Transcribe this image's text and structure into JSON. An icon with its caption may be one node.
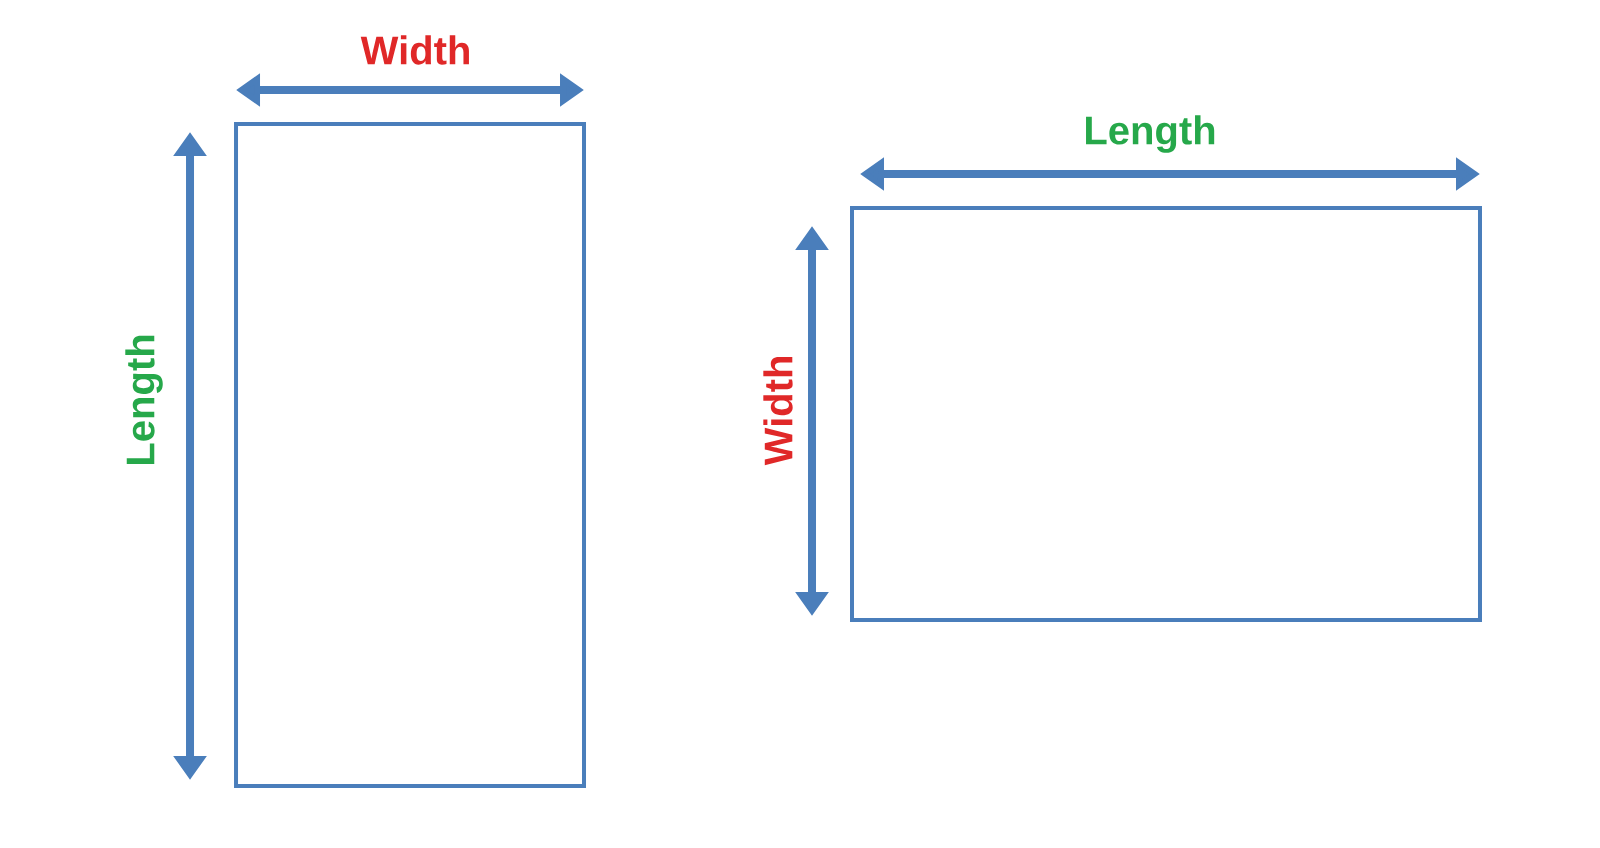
{
  "diagram": {
    "nodes": [
      {
        "text": [],
        "shape": "box"
      },
      {
        "text": [],
        "shape": "box"
      }
    ],
    "labels": [
      "Width",
      "Length",
      "Length",
      "Width"
    ]
  }
}
